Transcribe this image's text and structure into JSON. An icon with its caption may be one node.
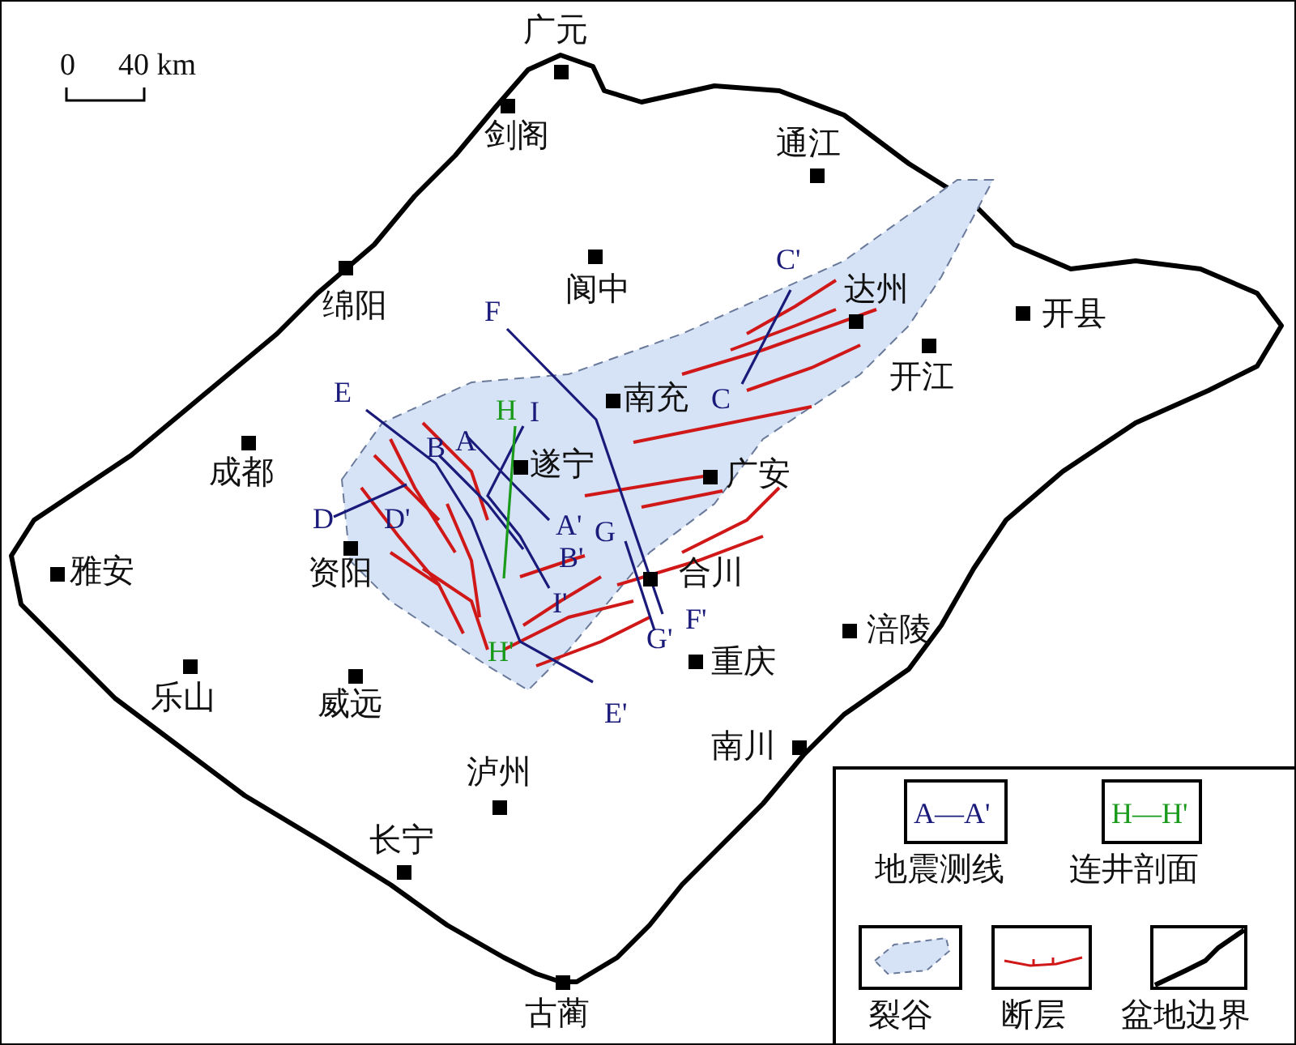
{
  "diagram": {
    "labels": [
      "0",
      "40 km",
      "广元",
      "剑阁",
      "通江",
      "绵阳",
      "阆中",
      "C'",
      "达州",
      "开县",
      "F",
      "开江",
      "E",
      "H",
      "南充",
      "C",
      "I",
      "B",
      "A",
      "成都",
      "遂宁",
      "广安",
      "D",
      "D'",
      "A'",
      "G",
      "B'",
      "雅安",
      "资阳",
      "合川",
      "H'",
      "I'",
      "F'",
      "G'",
      "涪陵",
      "乐山",
      "重庆",
      "威远",
      "E'",
      "南川",
      "泸州",
      "长宁",
      "古蔺",
      "A—A'",
      "H—H'"
    ],
    "legend": [
      {
        "text": "地震测线"
      },
      {
        "text": "连井剖面"
      },
      {
        "text": "裂谷"
      },
      {
        "text": "断层"
      },
      {
        "text": "盆地边界"
      }
    ]
  }
}
